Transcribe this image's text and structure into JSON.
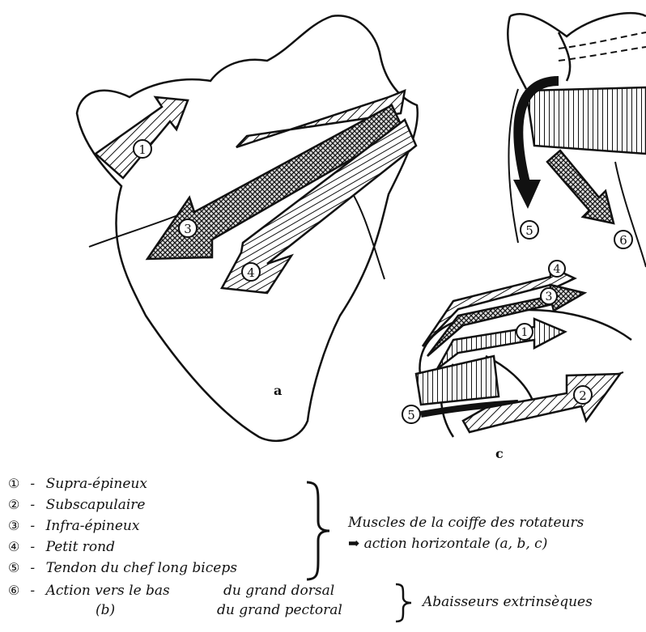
{
  "panels": {
    "a": {
      "label": "a"
    },
    "c": {
      "label": "c"
    }
  },
  "arrows": {
    "a": [
      "1",
      "3",
      "4"
    ],
    "b": [
      "5",
      "6"
    ],
    "c": [
      "4",
      "3",
      "1",
      "5",
      "2"
    ]
  },
  "legend": {
    "items": [
      {
        "num": "①",
        "sep": "-",
        "text": "Supra-épineux"
      },
      {
        "num": "②",
        "sep": "-",
        "text": "Subscapulaire"
      },
      {
        "num": "③",
        "sep": "-",
        "text": "Infra-épineux"
      },
      {
        "num": "④",
        "sep": "-",
        "text": "Petit rond"
      },
      {
        "num": "⑤",
        "sep": "-",
        "text": "Tendon du chef long biceps"
      },
      {
        "num": "⑥",
        "sep": "-",
        "text": "Action vers le bas"
      }
    ],
    "item6_sub": "(b)",
    "dorsal": "du grand dorsal",
    "pectoral": "du grand pectoral",
    "group1_line1": "Muscles de la coiffe des rotateurs",
    "group1_line2": "➡ action horizontale (a, b, c)",
    "group2": "Abaisseurs extrinsèques"
  }
}
